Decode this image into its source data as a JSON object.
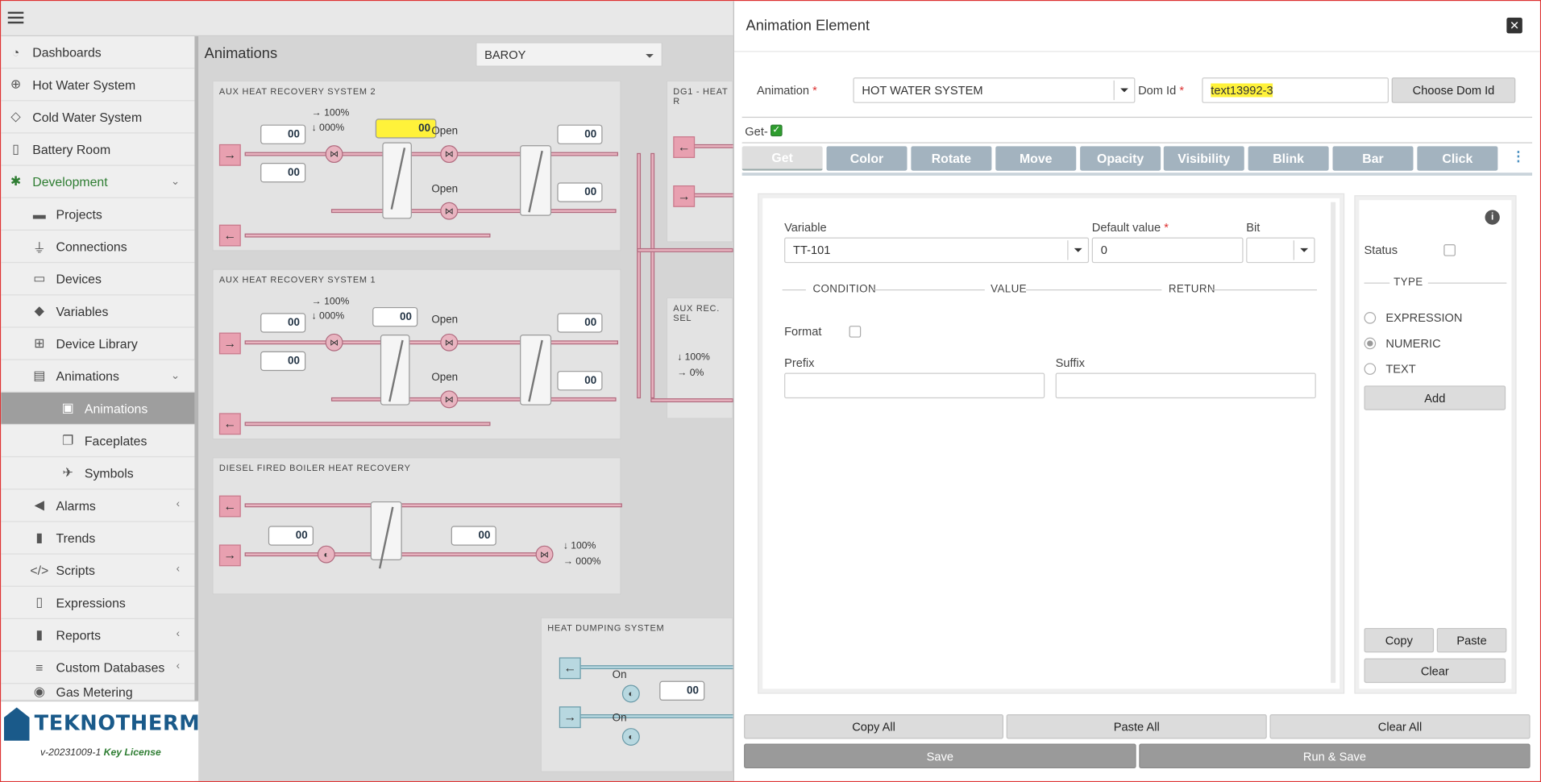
{
  "sidebar": {
    "items": [
      {
        "label": "Dashboards",
        "icon": "gauge-icon"
      },
      {
        "label": "Hot Water System",
        "icon": "globe-icon"
      },
      {
        "label": "Cold Water System",
        "icon": "water-drop-icon"
      },
      {
        "label": "Battery Room",
        "icon": "battery-icon"
      },
      {
        "label": "Development",
        "icon": "bug-icon"
      },
      {
        "label": "Projects",
        "icon": "briefcase-icon"
      },
      {
        "label": "Connections",
        "icon": "plug-icon"
      },
      {
        "label": "Devices",
        "icon": "monitor-icon"
      },
      {
        "label": "Variables",
        "icon": "tags-icon"
      },
      {
        "label": "Device Library",
        "icon": "sitemap-icon"
      },
      {
        "label": "Animations",
        "icon": "film-icon"
      },
      {
        "label": "Animations",
        "icon": "images-icon"
      },
      {
        "label": "Faceplates",
        "icon": "clone-icon"
      },
      {
        "label": "Symbols",
        "icon": "helicopter-icon"
      },
      {
        "label": "Alarms",
        "icon": "megaphone-icon"
      },
      {
        "label": "Trends",
        "icon": "signal-bars-icon"
      },
      {
        "label": "Scripts",
        "icon": "code-icon"
      },
      {
        "label": "Expressions",
        "icon": "file-code-icon"
      },
      {
        "label": "Reports",
        "icon": "file-icon"
      },
      {
        "label": "Custom Databases",
        "icon": "database-icon"
      },
      {
        "label": "Gas Metering",
        "icon": "meter-icon"
      }
    ],
    "logo": "TEKNOTHERM",
    "version": "v-20231009-1",
    "license": "Key License"
  },
  "background": {
    "page_title": "Animations",
    "project_select": "BAROY",
    "panels": {
      "aux2": "AUX HEAT RECOVERY SYSTEM 2",
      "aux1": "AUX HEAT RECOVERY SYSTEM 1",
      "diesel": "DIESEL FIRED BOILER HEAT RECOVERY",
      "dumping": "HEAT DUMPING SYSTEM",
      "dg1": "DG1 - HEAT R",
      "auxrec": "AUX REC. SEL"
    },
    "value": "00",
    "pct100": "100",
    "pct000": "000",
    "pct0": "0",
    "pct_unit": "%",
    "open": "Open",
    "on": "On"
  },
  "modal": {
    "title": "Animation Element",
    "animation_label": "Animation",
    "animation_value": "HOT WATER SYSTEM",
    "domid_label": "Dom Id",
    "domid_value": "text13992-3",
    "choose_domid": "Choose Dom Id",
    "get_label": "Get-",
    "tabs": [
      "Get",
      "Color",
      "Rotate",
      "Move",
      "Opacity",
      "Visibility",
      "Blink",
      "Bar",
      "Click"
    ],
    "variable_label": "Variable",
    "variable_value": "TT-101",
    "default_label": "Default value",
    "default_value": "0",
    "bit_label": "Bit",
    "cols": {
      "condition": "CONDITION",
      "value": "VALUE",
      "return": "RETURN"
    },
    "format_label": "Format",
    "prefix_label": "Prefix",
    "suffix_label": "Suffix",
    "status_label": "Status",
    "type_label": "TYPE",
    "types": [
      "EXPRESSION",
      "NUMERIC",
      "TEXT"
    ],
    "type_selected": "NUMERIC",
    "add": "Add",
    "copy": "Copy",
    "paste": "Paste",
    "clear": "Clear",
    "copy_all": "Copy All",
    "paste_all": "Paste All",
    "clear_all": "Clear All",
    "save": "Save",
    "run_save": "Run & Save",
    "required_mark": "*"
  }
}
